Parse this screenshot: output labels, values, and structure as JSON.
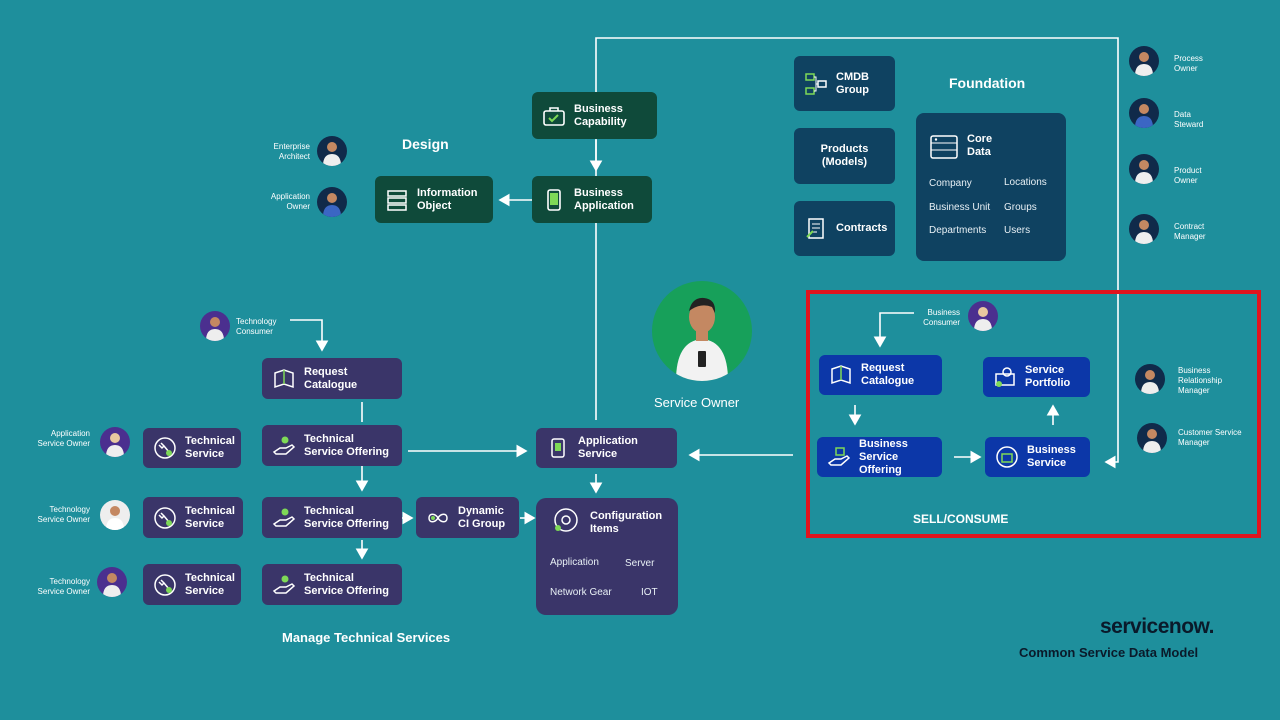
{
  "sections": {
    "design": "Design",
    "foundation": "Foundation",
    "sell_consume": "SELL/CONSUME",
    "manage_technical": "Manage Technical Services",
    "service_owner": "Service Owner"
  },
  "brand": {
    "logo": "servicenow.",
    "subtitle": "Common Service Data Model"
  },
  "design": {
    "business_capability": "Business\nCapability",
    "business_application": "Business\nApplication",
    "information_object": "Information\nObject",
    "roles": [
      "Enterprise\nArchitect",
      "Application\nOwner"
    ]
  },
  "foundation": {
    "cmdb_group": "CMDB\nGroup",
    "products": "Products\n(Models)",
    "contracts": "Contracts",
    "core_data": {
      "title": "Core\nData",
      "items": [
        "Company",
        "Locations",
        "Business Unit",
        "Groups",
        "Departments",
        "Users"
      ]
    },
    "roles": [
      "Process\nOwner",
      "Data\nSteward",
      "Product\nOwner",
      "Contract\nManager"
    ]
  },
  "sell": {
    "request_catalogue": "Request\nCatalogue",
    "service_portfolio": "Service\nPortfolio",
    "business_service_offering": "Business\nService Offering",
    "business_service": "Business\nService",
    "business_consumer": "Business\nConsumer",
    "roles": [
      "Business\nRelationship\nManager",
      "Customer Service\nManager"
    ]
  },
  "center": {
    "application_service": "Application\nService",
    "configuration_items": {
      "title": "Configuration\nItems",
      "items": [
        "Application",
        "Server",
        "Network Gear",
        "IOT"
      ]
    }
  },
  "technical": {
    "technology_consumer": "Technology\nConsumer",
    "request_catalogue": "Request\nCatalogue",
    "technical_service": "Technical\nService",
    "technical_service_offering": "Technical\nService Offering",
    "dynamic_ci_group": "Dynamic\nCI Group",
    "roles": [
      "Application\nService Owner",
      "Technology\nService Owner",
      "Technology\nService Owner"
    ]
  },
  "colors": {
    "background": "#1e8f9c",
    "design_box": "#0f4a3a",
    "foundation_box": "#0f4261",
    "technical_box": "#3a3569",
    "sell_box": "#0c37a8",
    "highlight": "#e0141e"
  }
}
